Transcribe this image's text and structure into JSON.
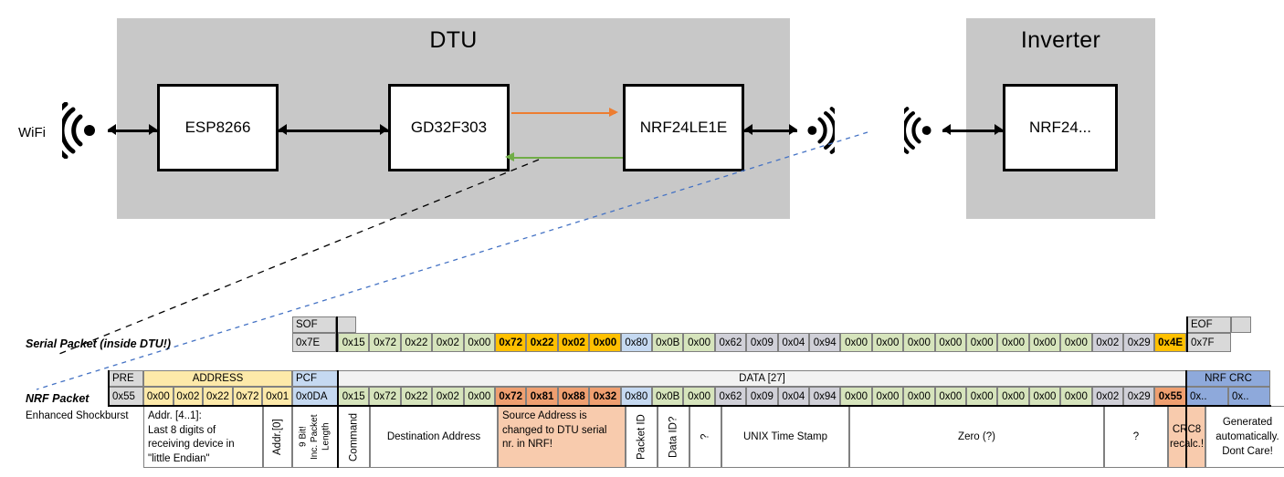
{
  "diagram": {
    "dtu": {
      "title": "DTU",
      "chips": [
        {
          "name": "ESP8266"
        },
        {
          "name": "GD32F303"
        },
        {
          "name": "NRF24LE1E"
        }
      ],
      "wifi_label": "WiFi"
    },
    "inverter": {
      "title": "Inverter",
      "chips": [
        {
          "name": "NRF24..."
        }
      ]
    },
    "colors": {
      "enclosure": "#c8c8c8",
      "tx_arrow": "#ED7D31",
      "rx_arrow": "#70AD47",
      "link": "#000000"
    }
  },
  "serial_packet": {
    "label": "Serial Packet (inside DTU!)",
    "sof_header": "SOF",
    "eof_header": "EOF",
    "sof_value": "0x7E",
    "eof_value": "0x7F",
    "bytes": [
      {
        "v": "0x15",
        "c": "c-green"
      },
      {
        "v": "0x72",
        "c": "c-green"
      },
      {
        "v": "0x22",
        "c": "c-green"
      },
      {
        "v": "0x02",
        "c": "c-green"
      },
      {
        "v": "0x00",
        "c": "c-green"
      },
      {
        "v": "0x72",
        "c": "c-yellow",
        "b": true
      },
      {
        "v": "0x22",
        "c": "c-yellow",
        "b": true
      },
      {
        "v": "0x02",
        "c": "c-yellow",
        "b": true
      },
      {
        "v": "0x00",
        "c": "c-yellow",
        "b": true
      },
      {
        "v": "0x80",
        "c": "c-blue"
      },
      {
        "v": "0x0B",
        "c": "c-green"
      },
      {
        "v": "0x00",
        "c": "c-green"
      },
      {
        "v": "0x62",
        "c": "c-lav"
      },
      {
        "v": "0x09",
        "c": "c-lav"
      },
      {
        "v": "0x04",
        "c": "c-lav"
      },
      {
        "v": "0x94",
        "c": "c-lav"
      },
      {
        "v": "0x00",
        "c": "c-green"
      },
      {
        "v": "0x00",
        "c": "c-green"
      },
      {
        "v": "0x00",
        "c": "c-green"
      },
      {
        "v": "0x00",
        "c": "c-green"
      },
      {
        "v": "0x00",
        "c": "c-green"
      },
      {
        "v": "0x00",
        "c": "c-green"
      },
      {
        "v": "0x00",
        "c": "c-green"
      },
      {
        "v": "0x00",
        "c": "c-green"
      },
      {
        "v": "0x02",
        "c": "c-lav"
      },
      {
        "v": "0x29",
        "c": "c-lav"
      },
      {
        "v": "0x4E",
        "c": "c-yellow",
        "b": true
      }
    ]
  },
  "nrf_packet": {
    "label": "NRF Packet",
    "sublabel": "Enhanced Shockburst",
    "headers": {
      "pre": "PRE",
      "address": "ADDRESS",
      "pcf": "PCF",
      "data": "DATA [27]",
      "crc": "NRF CRC"
    },
    "pre_value": "0x55",
    "address_bytes": [
      "0x00",
      "0x02",
      "0x22",
      "0x72",
      "0x01"
    ],
    "pcf_value": "0x0DA",
    "bytes": [
      {
        "v": "0x15",
        "c": "c-green"
      },
      {
        "v": "0x72",
        "c": "c-green"
      },
      {
        "v": "0x22",
        "c": "c-green"
      },
      {
        "v": "0x02",
        "c": "c-green"
      },
      {
        "v": "0x00",
        "c": "c-green"
      },
      {
        "v": "0x72",
        "c": "c-salmon",
        "b": true
      },
      {
        "v": "0x81",
        "c": "c-salmon",
        "b": true
      },
      {
        "v": "0x88",
        "c": "c-salmon",
        "b": true
      },
      {
        "v": "0x32",
        "c": "c-salmon",
        "b": true
      },
      {
        "v": "0x80",
        "c": "c-blue"
      },
      {
        "v": "0x0B",
        "c": "c-green"
      },
      {
        "v": "0x00",
        "c": "c-green"
      },
      {
        "v": "0x62",
        "c": "c-lav"
      },
      {
        "v": "0x09",
        "c": "c-lav"
      },
      {
        "v": "0x04",
        "c": "c-lav"
      },
      {
        "v": "0x94",
        "c": "c-lav"
      },
      {
        "v": "0x00",
        "c": "c-green"
      },
      {
        "v": "0x00",
        "c": "c-green"
      },
      {
        "v": "0x00",
        "c": "c-green"
      },
      {
        "v": "0x00",
        "c": "c-green"
      },
      {
        "v": "0x00",
        "c": "c-green"
      },
      {
        "v": "0x00",
        "c": "c-green"
      },
      {
        "v": "0x00",
        "c": "c-green"
      },
      {
        "v": "0x00",
        "c": "c-green"
      },
      {
        "v": "0x02",
        "c": "c-lav"
      },
      {
        "v": "0x29",
        "c": "c-lav"
      },
      {
        "v": "0x55",
        "c": "c-salmon",
        "b": true
      }
    ],
    "crc_bytes": [
      "0x..",
      "0x.."
    ],
    "descriptions": {
      "address_note": "Addr. [4..1]:\nLast 8 digits of receiving device in \"little Endian\"",
      "addr0": "Addr.[0]",
      "pcf_note": "9 Bit!\nInc. Packet Length",
      "command": "Command",
      "destination": "Destination Address",
      "source_note": "Source Address is changed to DTU serial nr. in NRF!",
      "packet_id": "Packet ID",
      "data_id": "Data ID?",
      "unknown1": "?",
      "timestamp": "UNIX Time Stamp",
      "zero": "Zero (?)",
      "unknown2": "?",
      "crc8": "CRC8 recalc.!",
      "crc_note": "Generated automatically. Dont Care!"
    }
  }
}
